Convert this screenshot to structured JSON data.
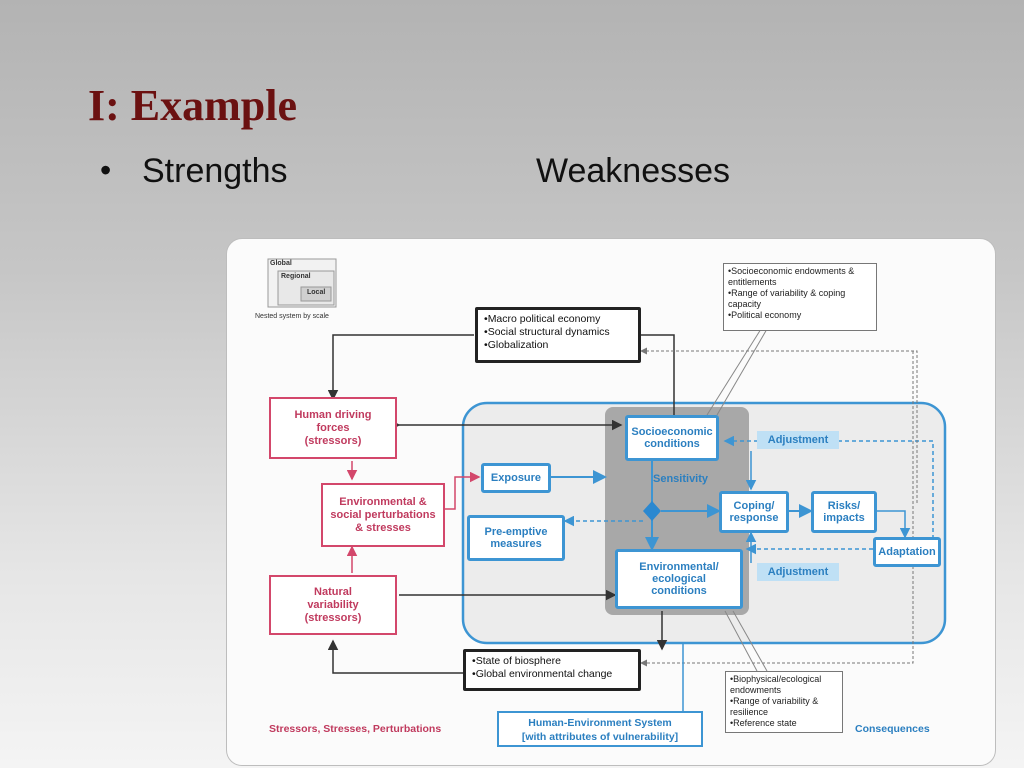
{
  "slide": {
    "title": "I: Example",
    "bullet_dot": "•",
    "bullet_strengths": "Strengths",
    "bullet_weaknesses": "Weaknesses"
  },
  "figure": {
    "scale": {
      "global": "Global",
      "regional": "Regional",
      "local": "Local",
      "caption": "Nested system by scale"
    },
    "macro_items": [
      "Macro political economy",
      "Social structural dynamics",
      "Globalization"
    ],
    "endowments_items": [
      "Socioeconomic endowments & entitlements",
      "Range of variability & coping capacity",
      "Political economy"
    ],
    "human_driving": [
      "Human driving",
      "forces",
      "(stressors)"
    ],
    "env_social": [
      "Environmental &",
      "social perturbations",
      "& stresses"
    ],
    "natural_var": [
      "Natural",
      "variability",
      "(stressors)"
    ],
    "socioeconomic": [
      "Socioeconomic",
      "conditions"
    ],
    "sensitivity": "Sensitivity",
    "exposure": "Exposure",
    "preemptive": [
      "Pre-emptive",
      "measures"
    ],
    "env_ecological": [
      "Environmental/",
      "ecological",
      "conditions"
    ],
    "coping": [
      "Coping/",
      "response"
    ],
    "risks": [
      "Risks/",
      "impacts"
    ],
    "adaptation": "Adaptation",
    "adjustment_top": "Adjustment",
    "adjustment_bottom": "Adjustment",
    "biosphere_items": [
      "State of biosphere",
      "Global environmental change"
    ],
    "biophysical_items": [
      "Biophysical/ecological endowments",
      "Range of variability & resilience",
      "Reference state"
    ],
    "stressors_label": "Stressors, Stresses, Perturbations",
    "hes_label": [
      "Human-Environment System",
      "[with attributes of vulnerability]"
    ],
    "consequences_label": "Consequences"
  },
  "colors": {
    "title": "#6b1111",
    "stressor_red": "#d3476b",
    "system_blue": "#3d95d3",
    "adjustment_fill": "#bfe0f5",
    "sensitivity_gray": "#a8a8a8"
  }
}
